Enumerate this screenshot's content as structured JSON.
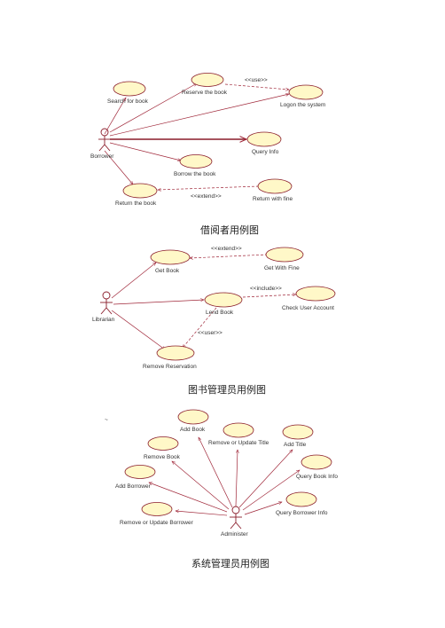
{
  "diagram1": {
    "caption": "借阅者用例图",
    "actor": "Borrower",
    "use_cases": {
      "search": "Search for book",
      "reserve": "Reserve the book",
      "logon": "Logon the system",
      "query": "Query Info",
      "borrow": "Borrow the book",
      "return": "Return the book",
      "fine": "Return with fine"
    },
    "stereotypes": {
      "use": "<<use>>",
      "extend": "<<extend>>"
    }
  },
  "diagram2": {
    "caption": "图书管理员用例图",
    "actor": "Librarian",
    "use_cases": {
      "get": "Get Book",
      "fine": "Get With Fine",
      "lend": "Lend Book",
      "check": "Check User Account",
      "remove": "Remove Reservation"
    },
    "stereotypes": {
      "extend": "<<extend>>",
      "include": "<<include>>",
      "user": "<<user>>"
    }
  },
  "diagram3": {
    "caption": "系统管理员用例图",
    "actor": "Administer",
    "mark": "~",
    "use_cases": {
      "add_book": "Add Book",
      "update_title": "Remove or Update Title",
      "add_title": "Add Title",
      "remove_book": "Remove Book",
      "query_book": "Query Book Info",
      "add_borrower": "Add Borrower",
      "query_borrower": "Query Borrower Info",
      "update_borrower": "Remove or Update Borrower"
    }
  }
}
